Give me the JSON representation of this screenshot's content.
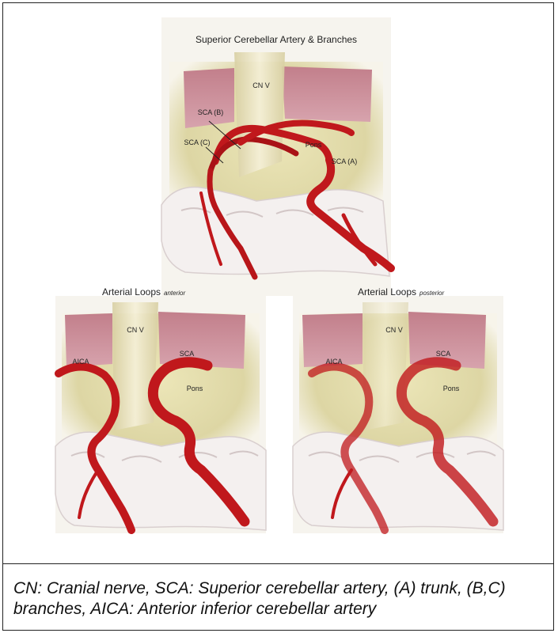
{
  "panels": {
    "top": {
      "title": "Superior Cerebellar Artery & Branches",
      "labels": {
        "cn5": "CN V",
        "sca_b": "SCA (B)",
        "sca_c": "SCA (C)",
        "pons": "Pons",
        "sca_a": "SCA (A)"
      }
    },
    "left": {
      "title_main": "Arterial Loops",
      "title_sub": "anterior",
      "labels": {
        "cn5": "CN V",
        "aica": "AICA",
        "sca": "SCA",
        "pons": "Pons"
      }
    },
    "right": {
      "title_main": "Arterial Loops",
      "title_sub": "posterior",
      "labels": {
        "cn5": "CN V",
        "aica": "AICA",
        "sca": "SCA",
        "pons": "Pons"
      }
    }
  },
  "caption": "CN: Cranial nerve, SCA: Superior cerebellar artery, (A) trunk, (B,C) branches, AICA: Anterior inferior cerebellar artery",
  "colors": {
    "artery": "#c0181c",
    "artery_dark": "#8e0c10",
    "tentorium": "#c88c97",
    "pons": "#e2dcae",
    "cerebellum": "#f3efee",
    "nerve": "#ece6c6"
  }
}
